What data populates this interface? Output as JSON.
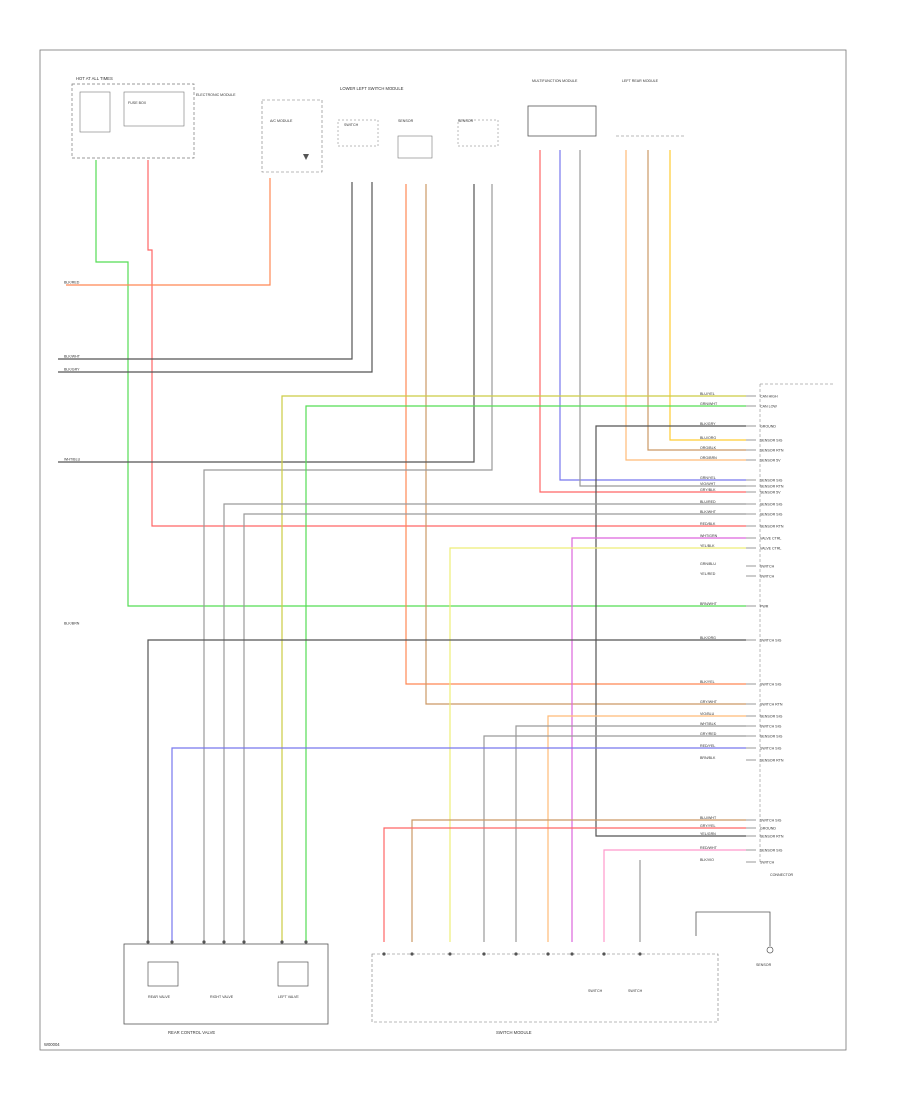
{
  "diagram": {
    "footer_code": "W00004",
    "colors": {
      "frame": "#555555",
      "wire_gray": "#9a9a9a",
      "wire_dark": "#555555",
      "green": "#55dd55",
      "red": "#ff6666",
      "orange": "#ff8855",
      "orange_light": "#ffbb77",
      "tan": "#cc9966",
      "yellow": "#ffcc33",
      "yellow_light": "#eeee77",
      "olive": "#cccc44",
      "purple": "#7777ee",
      "pink": "#ff99cc",
      "magenta": "#dd66dd"
    },
    "components": {
      "top_left_fuse_box": "HOT AT ALL TIMES",
      "top_left_fuse_inner": "FUSE BOX",
      "top_left_module": "ELECTRONIC MODULE",
      "top_left_relay": "A/C MODULE",
      "top_center_group": "LOWER LEFT SWITCH MODULE",
      "top_center_sw1": "SWITCH",
      "top_center_sw2": "SENSOR",
      "top_center_sw3": "SENSOR",
      "top_right_module_1": "MULTIFUNCTION MODULE",
      "top_right_module_2": "LEFT REAR MODULE",
      "right_connector": "CONNECTOR",
      "bottom_left_module": "REAR CONTROL VALVE",
      "bottom_left_sub1": "REAR VALVE",
      "bottom_left_sub2": "RIGHT VALVE",
      "bottom_left_sub3": "LEFT VALVE",
      "bottom_center_module": "SWITCH MODULE",
      "bottom_center_sw1": "SWITCH",
      "bottom_center_sw2": "SWITCH",
      "bottom_right_sensor": "SENSOR"
    },
    "left_labels": [
      "BLK/RED",
      "BLK/WHT",
      "BLK/GRY",
      "WHT/BLU",
      "BLK/BRN"
    ],
    "pin_labels": [
      "BLU/YEL",
      "GRN/WHT",
      "BLK/GRY",
      "BLU/ORG",
      "ORG/BLK",
      "ORG/BRN",
      "GRN/YEL",
      "VIO/WHT",
      "GRY/BLK",
      "BLU/RED",
      "BLK/WHT",
      "RED/BLK",
      "WHT/GRN",
      "YEL/BLK",
      "GRN/BLU",
      "YEL/RED",
      "BRN/WHT",
      "BLK/ORG",
      "BLK/YEL",
      "GRY/WHT",
      "VIO/BLU",
      "WHT/BLK",
      "GRY/RED",
      "RED/YEL",
      "BRN/BLK",
      "BLU/WHT",
      "GRY/YEL",
      "YEL/GRN",
      "RED/WHT",
      "BLK/VIO"
    ],
    "pin_names": [
      "CAN HIGH",
      "CAN LOW",
      "GROUND",
      "SENSOR SIG",
      "SENSOR RTN",
      "SENSOR 5V",
      "SENSOR SIG",
      "SENSOR RTN",
      "SENSOR 5V",
      "SENSOR SIG",
      "SENSOR SIG",
      "SENSOR RTN",
      "VALVE CTRL",
      "VALVE CTRL",
      "SWITCH",
      "SWITCH",
      "PWR",
      "SWITCH SIG",
      "SWITCH SIG",
      "SWITCH RTN",
      "SENSOR SIG",
      "SWITCH SIG",
      "SENSOR SIG",
      "SWITCH SIG",
      "SENSOR RTN",
      "SWITCH SIG",
      "GROUND",
      "SENSOR RTN",
      "SENSOR SIG",
      "SWITCH"
    ]
  }
}
